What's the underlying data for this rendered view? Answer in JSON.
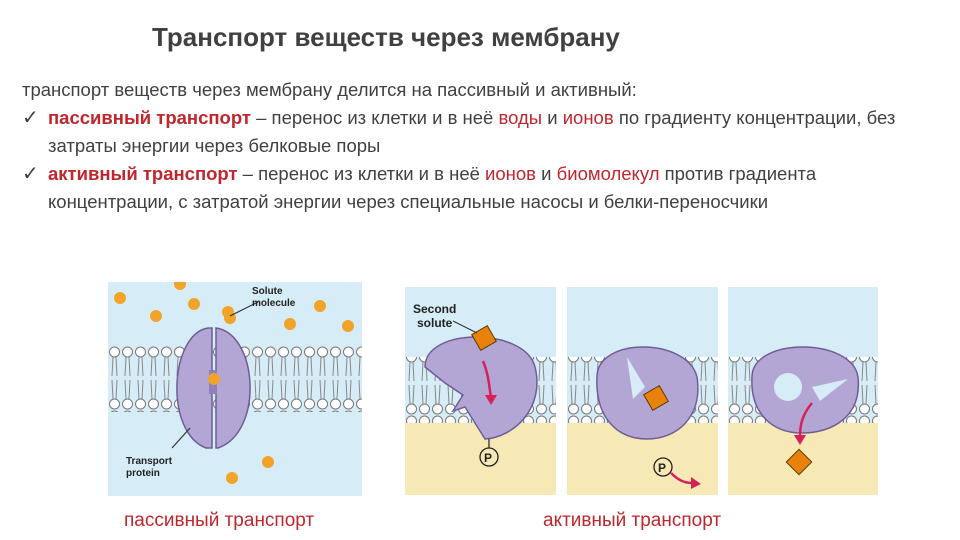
{
  "title": "Транспорт веществ через мембрану",
  "intro": "транспорт веществ через мембрану делится на пассивный и активный:",
  "passive": {
    "term": "пассивный транспорт",
    "t1": " – перенос из клетки и в неё ",
    "w1": "воды",
    "t2": " и ",
    "w2": "ионов",
    "t3": " по градиенту концентрации, без затраты энергии через белковые поры"
  },
  "active": {
    "term": "активный транспорт",
    "t1": " – перенос из клетки и в неё ",
    "w1": "ионов",
    "t2": " и ",
    "w2": "биомолекул",
    "t3": " против градиента концентрации, с затратой энергии через специальные насосы и белки-переносчики"
  },
  "figure": {
    "solute_label_1": "Solute",
    "solute_label_2": "molecule",
    "transport_label_1": "Transport",
    "transport_label_2": "protein",
    "second_label_1": "Second",
    "second_label_2": "solute",
    "phosphate": "P"
  },
  "captions": {
    "passive": "пассивный транспорт",
    "active": "активный транспорт"
  },
  "colors": {
    "accent": "#c0262d",
    "extracellular": "#d6ecf6",
    "cytoplasm": "#f6e9b5",
    "protein": "#b4a6d4",
    "solute_dot": "#f2a32a",
    "second_solute": "#e8820c",
    "arrow": "#d6205a"
  }
}
